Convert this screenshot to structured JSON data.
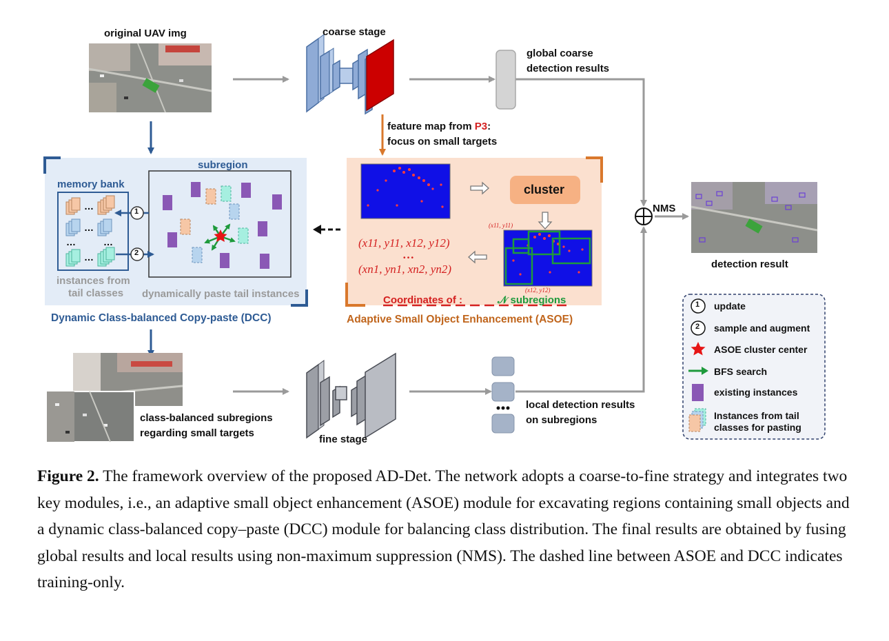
{
  "labels": {
    "original_img": "original UAV img",
    "coarse_stage": "coarse stage",
    "global_coarse_1": "global coarse",
    "global_coarse_2": "detection results",
    "feature_map_prefix": "feature map from ",
    "feature_map_p3": "P3",
    "feature_map_suffix": ":",
    "focus_small": "focus on small targets",
    "subregion": "subregion",
    "memory_bank": "memory bank",
    "instances_from_1": "instances from",
    "instances_from_2": "tail classes",
    "dynamically_paste": "dynamically paste tail instances",
    "dcc_title": "Dynamic Class-balanced Copy-paste (DCC)",
    "cluster": "cluster",
    "coord_row1": "(x11, y11, x12, y12)",
    "coord_dots": "…",
    "coord_row2": "(xn1, yn1, xn2, yn2)",
    "coordinates_of": "Coordinates of :",
    "n_subregions": "𝒩  subregions",
    "top_corner": "(x11, y11)",
    "bottom_corner": "(x12, y12)",
    "asoe_title": "Adaptive Small Object Enhancement (ASOE)",
    "nms": "NMS",
    "detection_result": "detection result",
    "class_balanced_1": "class-balanced subregions",
    "class_balanced_2": "regarding small targets",
    "fine_stage": "fine stage",
    "local_results_1": "local detection results",
    "local_results_2": "on subregions",
    "circle_1": "1",
    "circle_2": "2"
  },
  "legend": [
    {
      "icon": "circle-one-icon",
      "label": "update"
    },
    {
      "icon": "circle-two-icon",
      "label": "sample and augment"
    },
    {
      "icon": "red-star-icon",
      "label": "ASOE cluster center"
    },
    {
      "icon": "green-arrow-icon",
      "label": "BFS search"
    },
    {
      "icon": "purple-square-icon",
      "label": "existing instances"
    },
    {
      "icon": "tail-instances-icon",
      "label": "Instances from tail",
      "label2": "classes for pasting"
    }
  ],
  "caption": {
    "label": "Figure 2.",
    "text": " The framework overview of the proposed AD-Det. The network adopts a coarse-to-fine strategy and integrates two key modules, i.e., an adaptive small object enhancement (ASOE) module for excavating regions containing small objects and a dynamic class-balanced copy–paste (DCC) module for balancing class distribution. The final results are obtained by fusing global results and local results using non-maximum suppression (NMS). The dashed line between ASOE and DCC indicates training-only."
  },
  "colors": {
    "dcc_bg": "#e3ecf7",
    "dcc_blue": "#2e5b94",
    "asoe_bg": "#fbe0cf",
    "asoe_orange": "#c0651c",
    "network_blue": "#8fabd6",
    "network_red": "#cc0000",
    "purple": "#8a58b5",
    "heatmap_blue": "#1010e6"
  }
}
